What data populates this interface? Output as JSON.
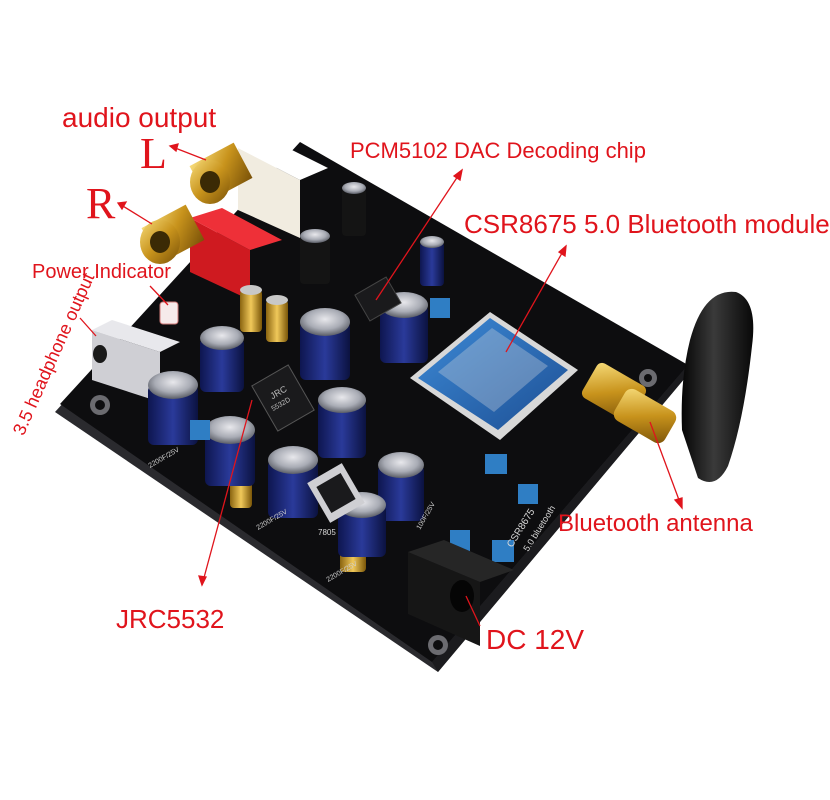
{
  "labels": {
    "audio_output": "audio  output",
    "left": "L",
    "right": "R",
    "power_indicator": "Power Indicator",
    "headphone_output": "3.5 headphone output",
    "pcm_chip": "PCM5102 DAC Decoding chip",
    "bluetooth_module": "CSR8675 5.0 Bluetooth module",
    "bluetooth_antenna": "Bluetooth antenna",
    "jrc": "JRC5532",
    "dc": "DC 12V"
  },
  "board_silkscreen": {
    "module_marking": "CSR8675",
    "module_sub_marking": "5.0 bluetooth",
    "op_amp_marking": "JRC",
    "op_amp_part": "5532D",
    "regulator_marking": "7805",
    "cap_marking_1": "2200F/25V",
    "cap_marking_2": "2200F/25V",
    "cap_marking_3": "2200F/25V",
    "cap_marking_4": "100F/25V"
  },
  "colors": {
    "annotation": "#e0141c",
    "board": "#0d0d0f",
    "board_edge": "#2a2a2e",
    "capacitor_blue": "#1c2a7a",
    "gold": "#d9a520",
    "module_blue": "#2a6fb8",
    "antenna": "#1a1a1a"
  }
}
